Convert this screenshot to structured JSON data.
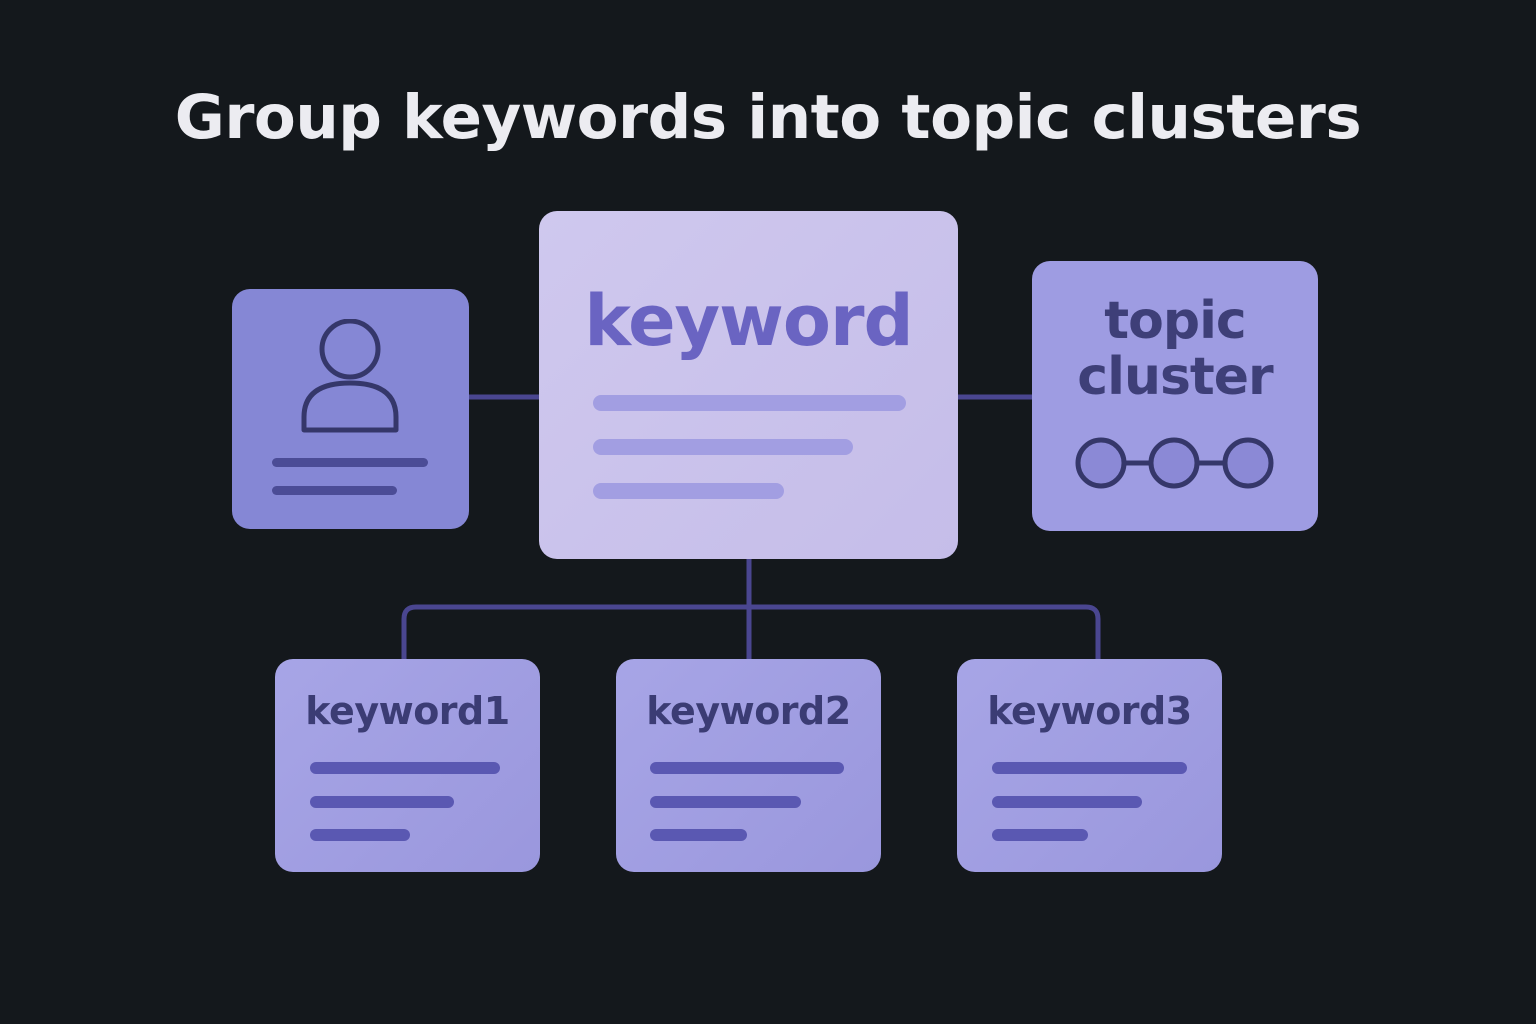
{
  "title": "Group keywords into topic clusters",
  "main_card": {
    "label": "keyword"
  },
  "topic_card": {
    "line1": "topic",
    "line2": "cluster"
  },
  "keyword_cards": [
    {
      "label": "keyword1"
    },
    {
      "label": "keyword2"
    },
    {
      "label": "keyword3"
    }
  ],
  "icons": {
    "user_card": "user-icon",
    "topic_card": "node-chain-icon"
  },
  "colors": {
    "background": "#14181c",
    "title": "#ececf1",
    "main_card": "#cbc4ec",
    "main_text": "#6a64c2",
    "user_card": "#8587d5",
    "topic_card": "#9e9ce2",
    "keyword_card": "#a29fe2",
    "connector": "#4a4690",
    "dark_text": "#3b3c74"
  }
}
